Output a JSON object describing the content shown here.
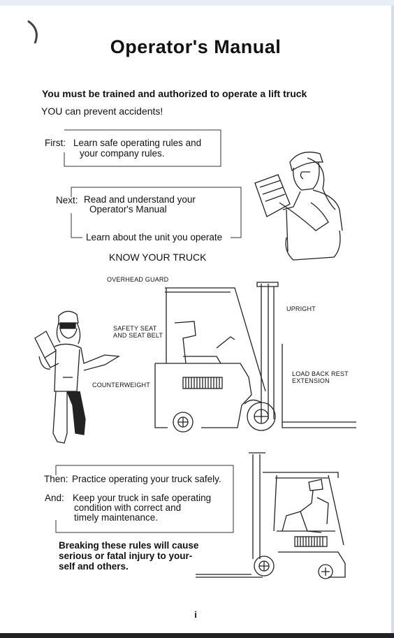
{
  "title": "Operator's Manual",
  "subtitle": "You must be trained and authorized to operate a lift truck",
  "intro": "YOU can prevent accidents!",
  "first": {
    "label": "First:",
    "line1": "Learn safe operating rules and",
    "line2": "your company rules."
  },
  "next": {
    "label": "Next:",
    "line1": "Read and understand your",
    "line2": "Operator's Manual",
    "line3": "Learn about the unit you operate"
  },
  "know_heading": "KNOW YOUR TRUCK",
  "labels": {
    "overhead_guard": "OVERHEAD GUARD",
    "upright": "UPRIGHT",
    "safety_seat_1": "SAFETY SEAT",
    "safety_seat_2": "AND SEAT BELT",
    "counterweight": "COUNTERWEIGHT",
    "load_back_1": "LOAD BACK REST",
    "load_back_2": "EXTENSION"
  },
  "then": {
    "label": "Then:",
    "text": "Practice operating your truck safely."
  },
  "and": {
    "label": "And:",
    "line1": "Keep your truck in safe operating",
    "line2": "condition with correct and",
    "line3": "timely maintenance."
  },
  "warning": {
    "line1": "Breaking these rules will cause",
    "line2": "serious or fatal injury to your-",
    "line3": "self and others."
  },
  "page_number": "i"
}
